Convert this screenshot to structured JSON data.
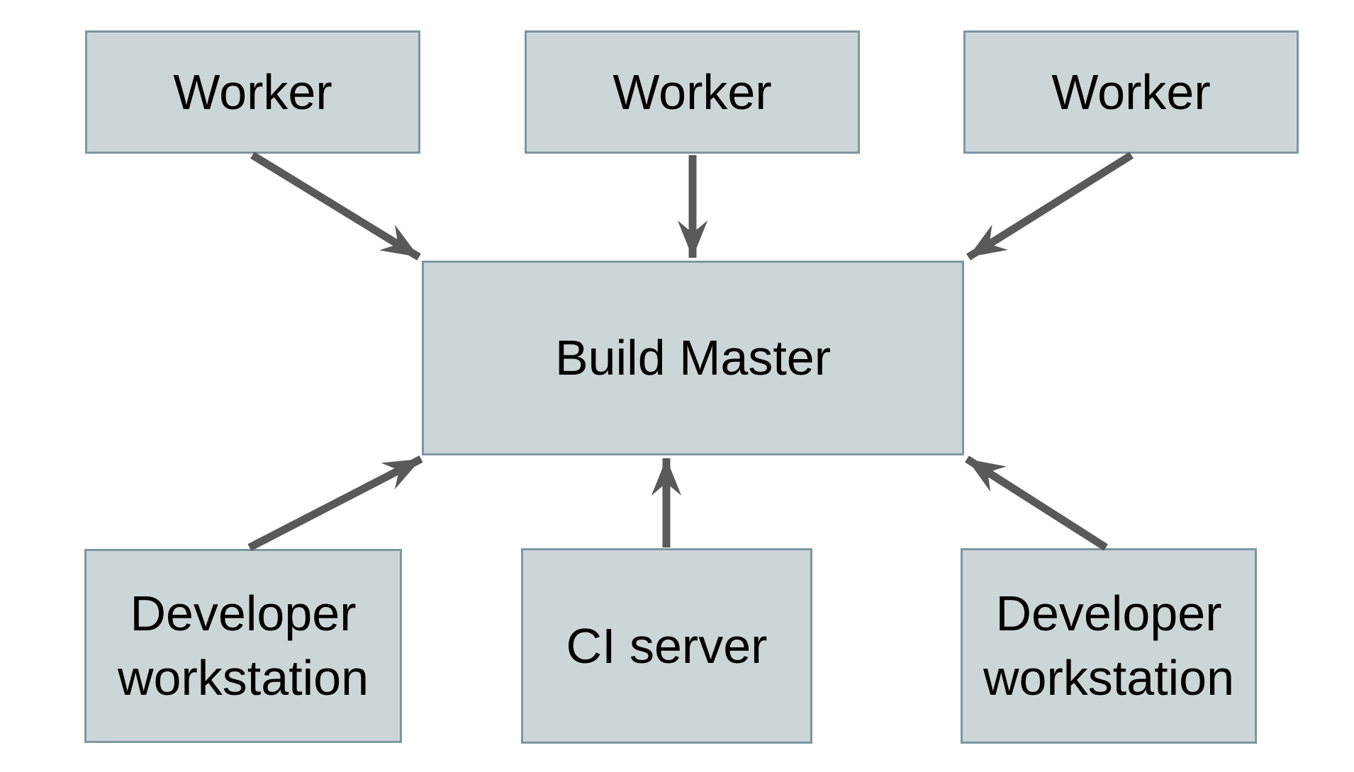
{
  "diagram": {
    "background": "#ffffff",
    "nodes": [
      {
        "id": "worker-1",
        "label": "Worker"
      },
      {
        "id": "worker-2",
        "label": "Worker"
      },
      {
        "id": "worker-3",
        "label": "Worker"
      },
      {
        "id": "build-master",
        "label": "Build Master"
      },
      {
        "id": "developer-workstation-1",
        "label": "Developer workstation"
      },
      {
        "id": "ci-server",
        "label": "CI server"
      },
      {
        "id": "developer-workstation-2",
        "label": "Developer workstation"
      }
    ],
    "edges": [
      {
        "from": "worker-1",
        "to": "build-master"
      },
      {
        "from": "worker-2",
        "to": "build-master"
      },
      {
        "from": "worker-3",
        "to": "build-master"
      },
      {
        "from": "developer-workstation-1",
        "to": "build-master"
      },
      {
        "from": "ci-server",
        "to": "build-master"
      },
      {
        "from": "developer-workstation-2",
        "to": "build-master"
      }
    ],
    "colors": {
      "node_fill": "#ccd6d9",
      "node_border": "#7d97a1",
      "arrow": "#595959",
      "text": "#000000"
    }
  }
}
